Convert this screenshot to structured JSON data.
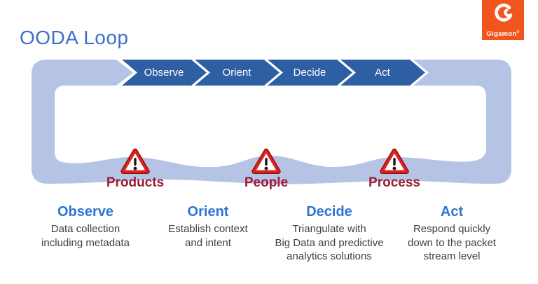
{
  "slide": {
    "title": "OODA Loop"
  },
  "logo": {
    "brand": "Gigamon",
    "registered_mark": "®",
    "icon": "gigamon-g-icon"
  },
  "colors": {
    "titleBlue": "#3B70C7",
    "headingBlue": "#2B76D2",
    "chevronBlue": "#2E5FA3",
    "loopBand": "#B5C3E4",
    "warningMaroon": "#9E1C33",
    "bodyText": "#3F3F3F",
    "brandOrange": "#F0551E",
    "warningRedOuter": "#9E0B0F",
    "warningRedInner": "#D9251D"
  },
  "loop": {
    "steps": [
      {
        "label": "Observe"
      },
      {
        "label": "Orient"
      },
      {
        "label": "Decide"
      },
      {
        "label": "Act"
      }
    ],
    "warnings": [
      {
        "label": "Products",
        "icon": "warning-triangle-icon"
      },
      {
        "label": "People",
        "icon": "warning-triangle-icon"
      },
      {
        "label": "Process",
        "icon": "warning-triangle-icon"
      }
    ]
  },
  "columns": [
    {
      "heading": "Observe",
      "body": "Data collection\nincluding metadata"
    },
    {
      "heading": "Orient",
      "body": "Establish context\nand intent"
    },
    {
      "heading": "Decide",
      "body": "Triangulate with\nBig Data and predictive\nanalytics solutions"
    },
    {
      "heading": "Act",
      "body": "Respond quickly\ndown to the packet\nstream level"
    }
  ]
}
